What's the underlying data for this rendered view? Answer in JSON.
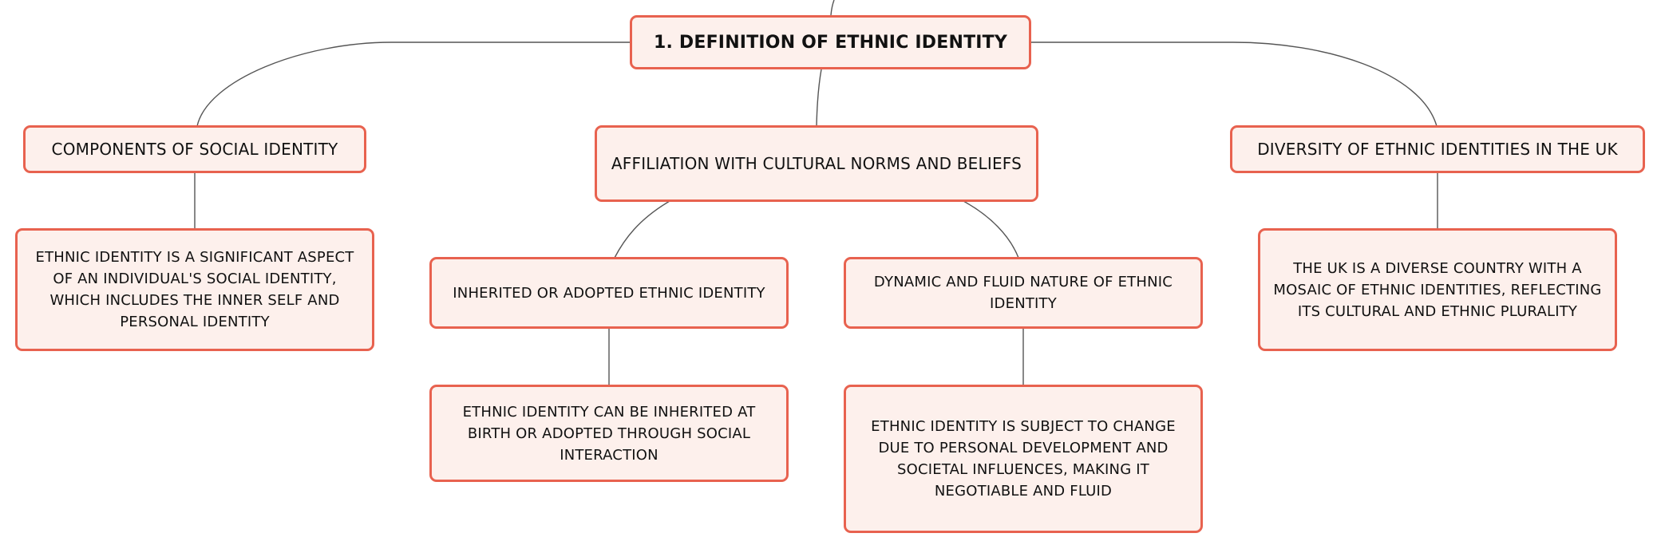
{
  "root": {
    "title": "1. DEFINITION OF ETHNIC IDENTITY"
  },
  "branches": [
    {
      "label": "COMPONENTS OF SOCIAL IDENTITY",
      "detail": "ETHNIC IDENTITY IS A SIGNIFICANT ASPECT OF AN INDIVIDUAL'S SOCIAL IDENTITY, WHICH INCLUDES THE INNER SELF AND PERSONAL IDENTITY"
    },
    {
      "label": "AFFILIATION WITH CULTURAL NORMS AND BELIEFS",
      "children": [
        {
          "label": "INHERITED OR ADOPTED ETHNIC IDENTITY",
          "detail": "ETHNIC IDENTITY CAN BE INHERITED AT BIRTH OR ADOPTED THROUGH SOCIAL INTERACTION"
        },
        {
          "label": "DYNAMIC AND FLUID NATURE OF ETHNIC IDENTITY",
          "detail": "ETHNIC IDENTITY IS SUBJECT TO CHANGE DUE TO PERSONAL DEVELOPMENT AND SOCIETAL INFLUENCES, MAKING IT NEGOTIABLE AND FLUID"
        }
      ]
    },
    {
      "label": "DIVERSITY OF ETHNIC IDENTITIES IN THE UK",
      "detail": "THE UK IS A DIVERSE COUNTRY WITH A MOSAIC OF ETHNIC IDENTITIES, REFLECTING ITS CULTURAL AND ETHNIC PLURALITY"
    }
  ],
  "colors": {
    "node_border": "#e8624f",
    "node_fill": "#fdf0ec",
    "connector": "#555555"
  }
}
